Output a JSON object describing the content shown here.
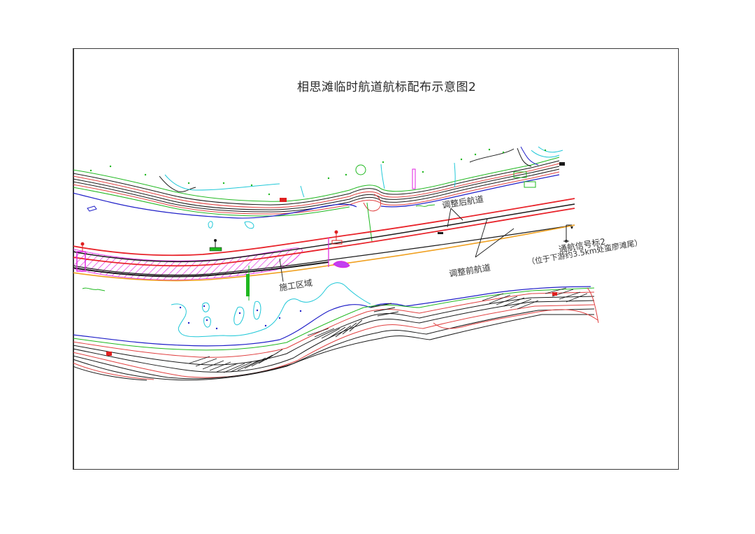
{
  "drawing": {
    "title": "相思滩临时航道航标配布示意图2",
    "labels": {
      "adjusted_channel": "调整后航道",
      "original_channel": "调整前航道",
      "construction_zone": "施工区域",
      "signal_mark_name": "通航信号标2",
      "signal_mark_location": "（位于下游约3.5km处蛮廖滩尾）"
    },
    "colors": {
      "adjusted_channel_line": "#e8232a",
      "original_channel_line": "#1a1a1a",
      "channel_edge_orange": "#f0a020",
      "construction_hatch": "#e020e0",
      "contour_red": "#e04040",
      "contour_black": "#1a1a1a",
      "contour_green": "#1fb81f",
      "waterline_blue": "#2020c8",
      "shoal_cyan": "#20c8d8",
      "frame": "#3a3a3a"
    },
    "legend_items": [
      {
        "symbol": "red-line-icon",
        "meaning": "调整后航道"
      },
      {
        "symbol": "black-line-icon",
        "meaning": "调整前航道"
      },
      {
        "symbol": "magenta-hatch-icon",
        "meaning": "施工区域"
      },
      {
        "symbol": "signal-mark-icon",
        "meaning": "通航信号标2"
      }
    ]
  }
}
